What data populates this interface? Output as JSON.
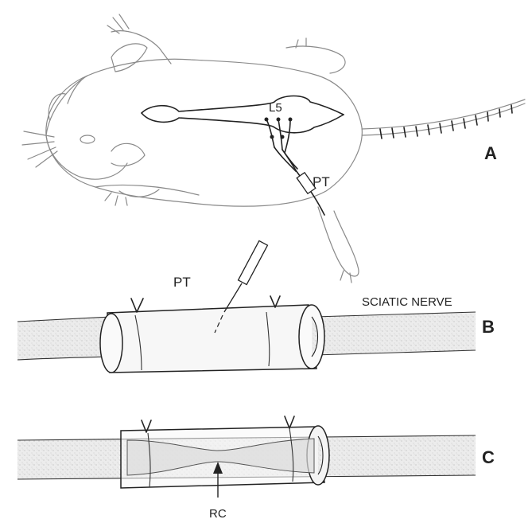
{
  "labels": {
    "panel_a": "A",
    "panel_b": "B",
    "panel_c": "C",
    "l5": "L5",
    "pt_a": "PT",
    "pt_b": "PT",
    "sciatic_nerve": "SCIATIC NERVE",
    "rc": "RC"
  },
  "colors": {
    "nerve_fill": "#e6e6e6",
    "tube_fill": "#f7f7f7",
    "ink": "#222222",
    "sketch": "#8a8a8a"
  }
}
